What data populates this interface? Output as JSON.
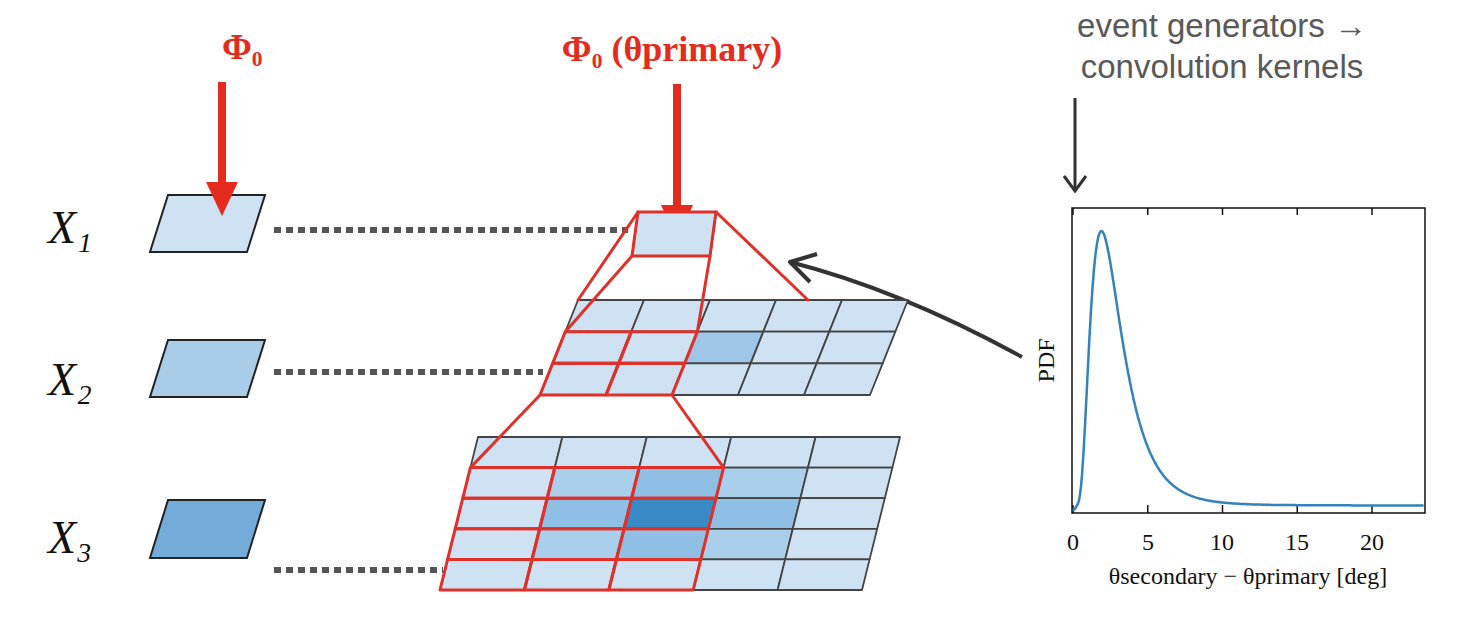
{
  "diagram": {
    "labels": [
      "event generators → convolution kernels",
      "Φ₀",
      "Φ₀ (θprimary)",
      "X₁",
      "X₂",
      "X₃",
      "PDF",
      "0",
      "5",
      "10",
      "15",
      "20",
      "θsecondary − θprimary [deg]"
    ]
  }
}
